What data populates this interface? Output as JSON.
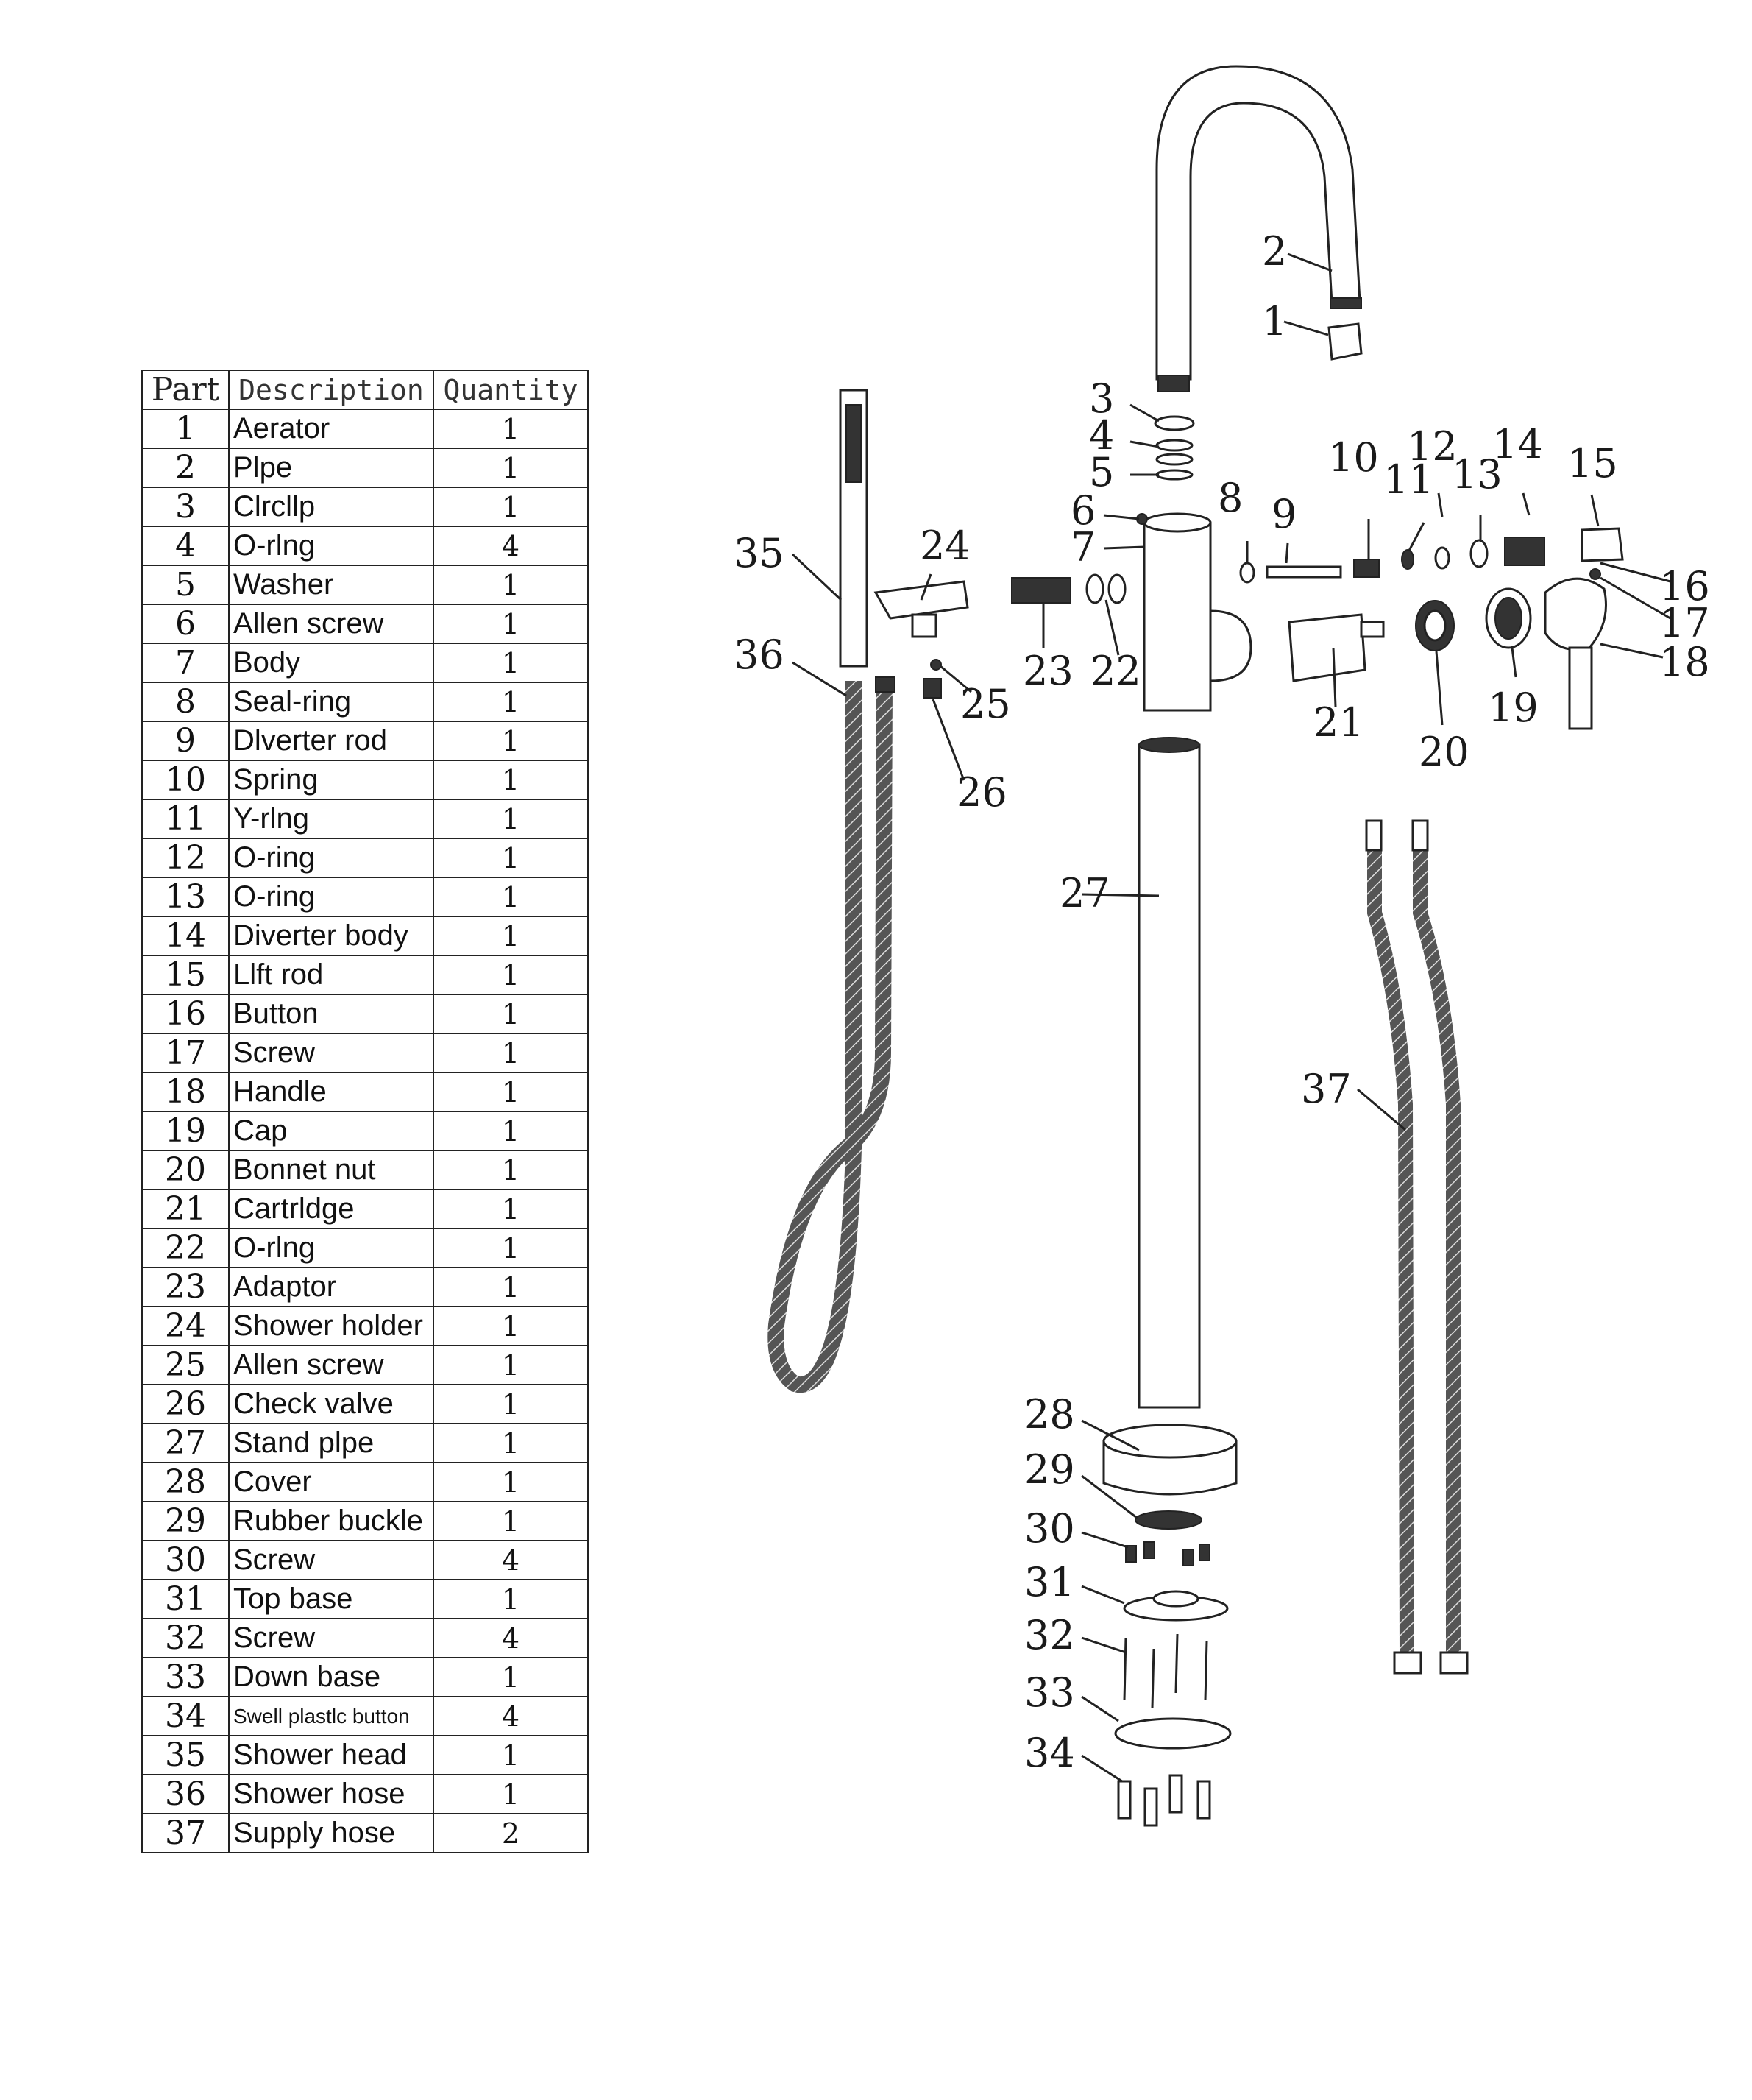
{
  "table": {
    "headers": {
      "part": "Part",
      "description": "Description",
      "quantity": "Quantity"
    },
    "rows": [
      {
        "part": "1",
        "description": "Aerator",
        "quantity": "1"
      },
      {
        "part": "2",
        "description": "Plpe",
        "quantity": "1"
      },
      {
        "part": "3",
        "description": "Clrcllp",
        "quantity": "1"
      },
      {
        "part": "4",
        "description": "O-rlng",
        "quantity": "4"
      },
      {
        "part": "5",
        "description": "Washer",
        "quantity": "1"
      },
      {
        "part": "6",
        "description": "Allen screw",
        "quantity": "1"
      },
      {
        "part": "7",
        "description": "Body",
        "quantity": "1"
      },
      {
        "part": "8",
        "description": "Seal-ring",
        "quantity": "1"
      },
      {
        "part": "9",
        "description": "Dlverter rod",
        "quantity": "1"
      },
      {
        "part": "10",
        "description": "Spring",
        "quantity": "1"
      },
      {
        "part": "11",
        "description": "Y-rlng",
        "quantity": "1"
      },
      {
        "part": "12",
        "description": "O-ring",
        "quantity": "1"
      },
      {
        "part": "13",
        "description": "O-ring",
        "quantity": "1"
      },
      {
        "part": "14",
        "description": "Diverter body",
        "quantity": "1"
      },
      {
        "part": "15",
        "description": "Llft rod",
        "quantity": "1"
      },
      {
        "part": "16",
        "description": "Button",
        "quantity": "1"
      },
      {
        "part": "17",
        "description": "Screw",
        "quantity": "1"
      },
      {
        "part": "18",
        "description": "Handle",
        "quantity": "1"
      },
      {
        "part": "19",
        "description": "Cap",
        "quantity": "1"
      },
      {
        "part": "20",
        "description": "Bonnet nut",
        "quantity": "1"
      },
      {
        "part": "21",
        "description": "Cartrldge",
        "quantity": "1"
      },
      {
        "part": "22",
        "description": "O-rlng",
        "quantity": "1"
      },
      {
        "part": "23",
        "description": "Adaptor",
        "quantity": "1"
      },
      {
        "part": "24",
        "description": "Shower holder",
        "quantity": "1"
      },
      {
        "part": "25",
        "description": "Allen screw",
        "quantity": "1"
      },
      {
        "part": "26",
        "description": "Check valve",
        "quantity": "1"
      },
      {
        "part": "27",
        "description": "Stand plpe",
        "quantity": "1"
      },
      {
        "part": "28",
        "description": "Cover",
        "quantity": "1"
      },
      {
        "part": "29",
        "description": "Rubber buckle",
        "quantity": "1"
      },
      {
        "part": "30",
        "description": "Screw",
        "quantity": "4"
      },
      {
        "part": "31",
        "description": "Top base",
        "quantity": "1"
      },
      {
        "part": "32",
        "description": "Screw",
        "quantity": "4"
      },
      {
        "part": "33",
        "description": "Down base",
        "quantity": "1"
      },
      {
        "part": "34",
        "description": "Swell plastlc button",
        "quantity": "4"
      },
      {
        "part": "35",
        "description": "Shower head",
        "quantity": "1"
      },
      {
        "part": "36",
        "description": "Shower hose",
        "quantity": "1"
      },
      {
        "part": "37",
        "description": "Supply hose",
        "quantity": "2"
      }
    ]
  },
  "callouts": [
    "1",
    "2",
    "3",
    "4",
    "5",
    "6",
    "7",
    "8",
    "9",
    "10",
    "11",
    "12",
    "13",
    "14",
    "15",
    "16",
    "17",
    "18",
    "19",
    "20",
    "21",
    "22",
    "23",
    "24",
    "25",
    "26",
    "27",
    "28",
    "29",
    "30",
    "31",
    "32",
    "33",
    "34",
    "35",
    "36",
    "37"
  ]
}
